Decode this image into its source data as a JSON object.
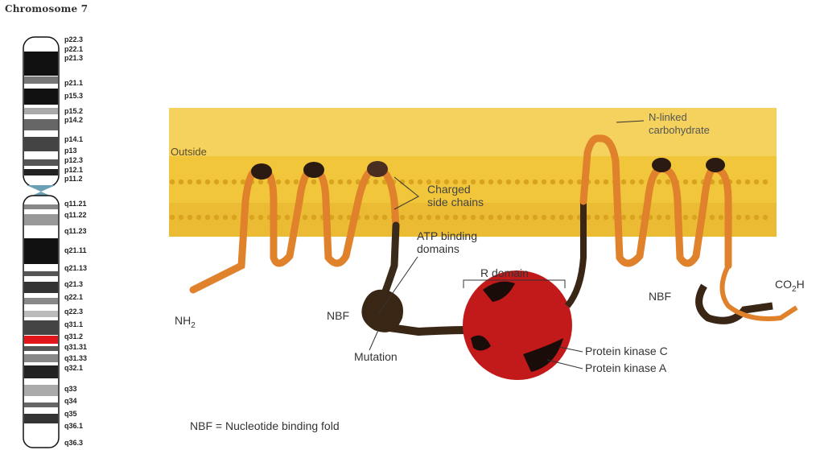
{
  "chromosome": {
    "title": "Chromosome 7",
    "band_labels": [
      "p22.3",
      "p22.1",
      "p21.3",
      "p21.1",
      "p15.3",
      "p15.2",
      "p14.2",
      "p14.1",
      "p13",
      "p12.3",
      "p12.1",
      "p11.2",
      "q11.21",
      "q11.22",
      "q11.23",
      "q21.11",
      "q21.13",
      "q21.3",
      "q22.1",
      "q22.3",
      "q31.1",
      "q31.2",
      "q31.31",
      "q31.33",
      "q32.1",
      "q33",
      "q34",
      "q35",
      "q36.1",
      "q36.3"
    ],
    "highlight_color": "#e0161b"
  },
  "diagram": {
    "outside_label": "Outside",
    "carbohydrate_label": "N-linked carbohydrate",
    "charged_label": "Charged side chains",
    "atp_label": "ATP binding domains",
    "r_domain_label": "R domain",
    "nh2_label": "NH",
    "nh2_sub": "2",
    "nbf_left_label": "NBF",
    "nbf_right_label": "NBF",
    "co2h_label_a": "CO",
    "co2h_sub": "2",
    "co2h_label_b": "H",
    "mutation_label": "Mutation",
    "pkc_label": "Protein kinase C",
    "pka_label": "Protein kinase A",
    "membrane_color": "#f1c63a",
    "loop_color": "#e0812c",
    "domain_color": "#c2191b"
  },
  "caption": "NBF = Nucleotide binding fold"
}
